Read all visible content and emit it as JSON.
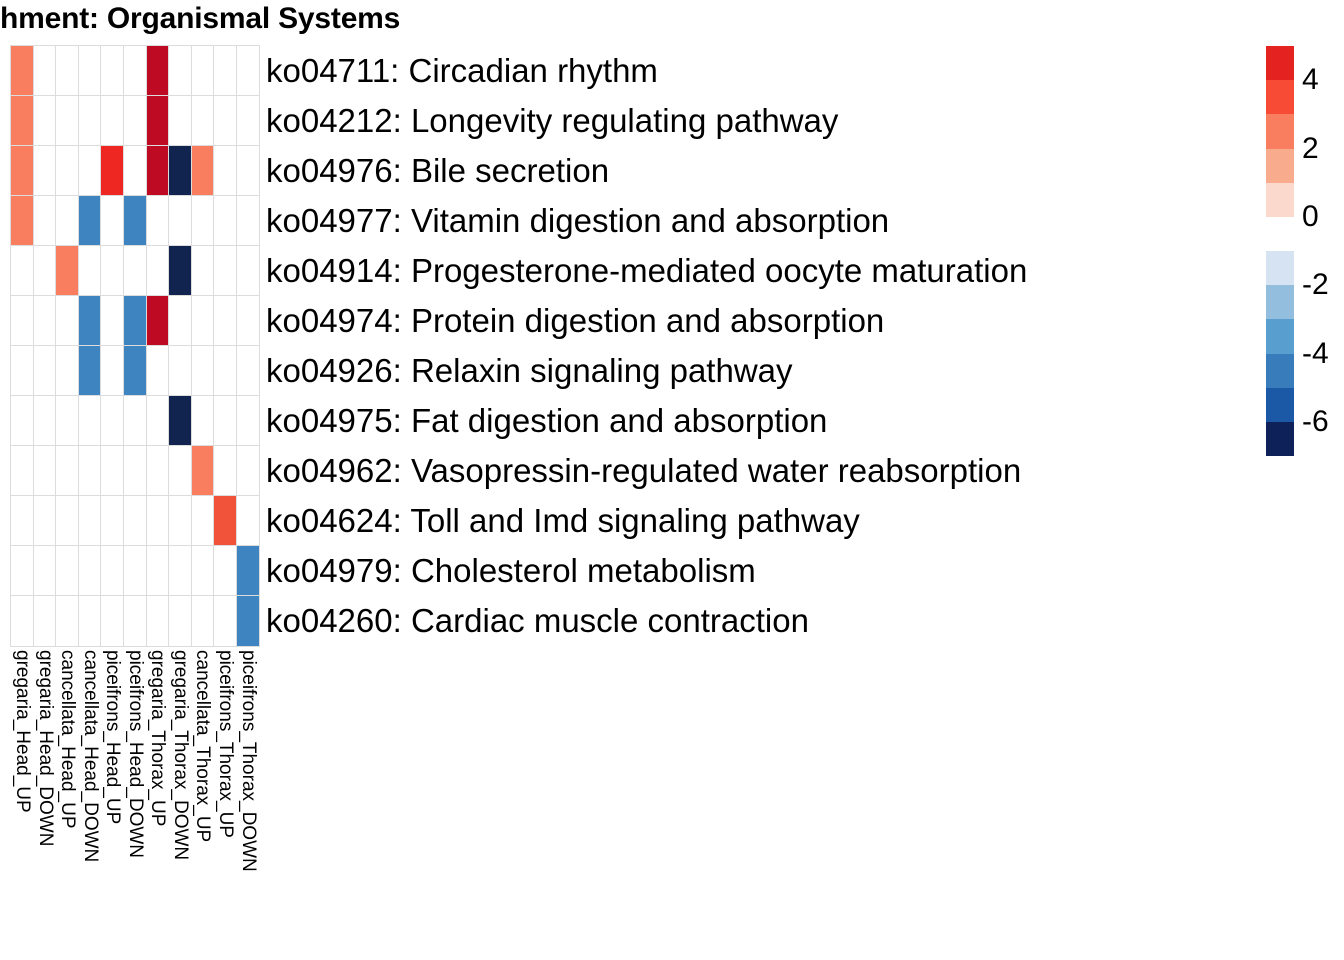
{
  "title": "hment: Organismal Systems",
  "chart_data": {
    "type": "heatmap",
    "title": "hment: Organismal Systems",
    "xlabel": "",
    "ylabel": "",
    "grid": true,
    "legend_position": "right",
    "colorbar": {
      "ticks": [
        "4",
        "2",
        "0",
        "-2",
        "-4",
        "-6"
      ],
      "tick_values": [
        4,
        2,
        0,
        -2,
        -4,
        -6
      ],
      "vmin": -7,
      "vmax": 5,
      "bands": [
        {
          "label": "4 to 5",
          "color": "#E42320"
        },
        {
          "label": "3 to 4",
          "color": "#F74B35"
        },
        {
          "label": "2 to 3",
          "color": "#F97E60"
        },
        {
          "label": "1 to 2",
          "color": "#F8AC8D"
        },
        {
          "label": "0 to 1",
          "color": "#FBD9CD"
        },
        {
          "label": "0",
          "color": "#FFFFFF"
        },
        {
          "label": "-1 to -2",
          "color": "#D5E3F2"
        },
        {
          "label": "-2 to -3",
          "color": "#93BEDE"
        },
        {
          "label": "-3 to -4",
          "color": "#589FCF"
        },
        {
          "label": "-4 to -5",
          "color": "#387CBC"
        },
        {
          "label": "-5 to -6",
          "color": "#1B59A6"
        },
        {
          "label": "-6 to -7",
          "color": "#0F2159"
        }
      ]
    },
    "columns": [
      "gregaria_Head_UP",
      "gregaria_Head_DOWN",
      "cancellata_Head_UP",
      "cancellata_Head_DOWN",
      "piceifrons_Head_UP",
      "piceifrons_Head_DOWN",
      "gregaria_Thorax_UP",
      "gregaria_Thorax_DOWN",
      "cancellata_Thorax_UP",
      "piceifrons_Thorax_UP",
      "piceifrons_Thorax_DOWN"
    ],
    "rows": [
      "ko04711: Circadian rhythm",
      "ko04212: Longevity regulating pathway",
      "ko04976: Bile secretion",
      "ko04977: Vitamin digestion and absorption",
      "ko04914: Progesterone-mediated oocyte maturation",
      "ko04974: Protein digestion and absorption",
      "ko04926: Relaxin signaling pathway",
      "ko04975: Fat digestion and absorption",
      "ko04962: Vasopressin-regulated water reabsorption",
      "ko04624: Toll and Imd signaling pathway",
      "ko04979: Cholesterol metabolism",
      "ko04260: Cardiac muscle contraction"
    ],
    "cells": [
      [
        null,
        null,
        null,
        null,
        null,
        null,
        4.6,
        null,
        null,
        null,
        null
      ],
      [
        null,
        null,
        null,
        null,
        null,
        null,
        4.6,
        null,
        null,
        null,
        null
      ],
      [
        null,
        null,
        null,
        null,
        4.2,
        null,
        4.6,
        -6.5,
        null,
        null,
        null
      ],
      [
        null,
        null,
        null,
        -4.3,
        null,
        -4.3,
        null,
        null,
        null,
        null,
        null
      ],
      [
        null,
        null,
        null,
        null,
        null,
        null,
        null,
        -6.5,
        null,
        null,
        null
      ],
      [
        null,
        null,
        null,
        -4.3,
        null,
        -4.3,
        4.7,
        null,
        null,
        null,
        null
      ],
      [
        null,
        null,
        null,
        -4.3,
        null,
        -4.3,
        null,
        null,
        null,
        null,
        null
      ],
      [
        null,
        null,
        null,
        null,
        null,
        null,
        null,
        -6.5,
        null,
        null,
        null
      ],
      [
        null,
        null,
        null,
        null,
        null,
        null,
        null,
        null,
        2.6,
        null,
        null
      ],
      [
        null,
        null,
        null,
        null,
        null,
        null,
        null,
        null,
        null,
        3.6,
        null
      ],
      [
        null,
        null,
        null,
        null,
        null,
        null,
        null,
        null,
        null,
        null,
        -4.3
      ],
      [
        null,
        null,
        null,
        null,
        null,
        null,
        null,
        null,
        null,
        null,
        -4.3
      ]
    ],
    "cell_colors": [
      [
        "#F97E60",
        null,
        null,
        null,
        null,
        null,
        "#BE0B23",
        null,
        null,
        null,
        null
      ],
      [
        "#F97E60",
        null,
        null,
        null,
        null,
        null,
        "#BE0B23",
        null,
        null,
        null,
        null
      ],
      [
        "#F97E60",
        null,
        null,
        null,
        "#EE2722",
        null,
        "#BE0B23",
        "#11234F",
        "#F97E60",
        null,
        null
      ],
      [
        "#F97E60",
        null,
        null,
        "#3D84C0",
        null,
        "#3D84C0",
        null,
        null,
        null,
        null,
        null
      ],
      [
        null,
        null,
        "#F97E60",
        null,
        null,
        null,
        null,
        "#11234F",
        null,
        null,
        null
      ],
      [
        null,
        null,
        null,
        "#3D84C0",
        null,
        "#3D84C0",
        "#BE0B23",
        null,
        null,
        null,
        null
      ],
      [
        null,
        null,
        null,
        "#3D84C0",
        null,
        "#3D84C0",
        null,
        null,
        null,
        null,
        null
      ],
      [
        null,
        null,
        null,
        null,
        null,
        null,
        null,
        "#11234F",
        null,
        null,
        null
      ],
      [
        null,
        null,
        null,
        null,
        null,
        null,
        null,
        null,
        "#F97E60",
        null,
        null
      ],
      [
        null,
        null,
        null,
        null,
        null,
        null,
        null,
        null,
        null,
        "#F1523A",
        null
      ],
      [
        null,
        null,
        null,
        null,
        null,
        null,
        null,
        null,
        null,
        null,
        "#3D84C0"
      ],
      [
        null,
        null,
        null,
        null,
        null,
        null,
        null,
        null,
        null,
        null,
        "#3D84C0"
      ]
    ]
  }
}
